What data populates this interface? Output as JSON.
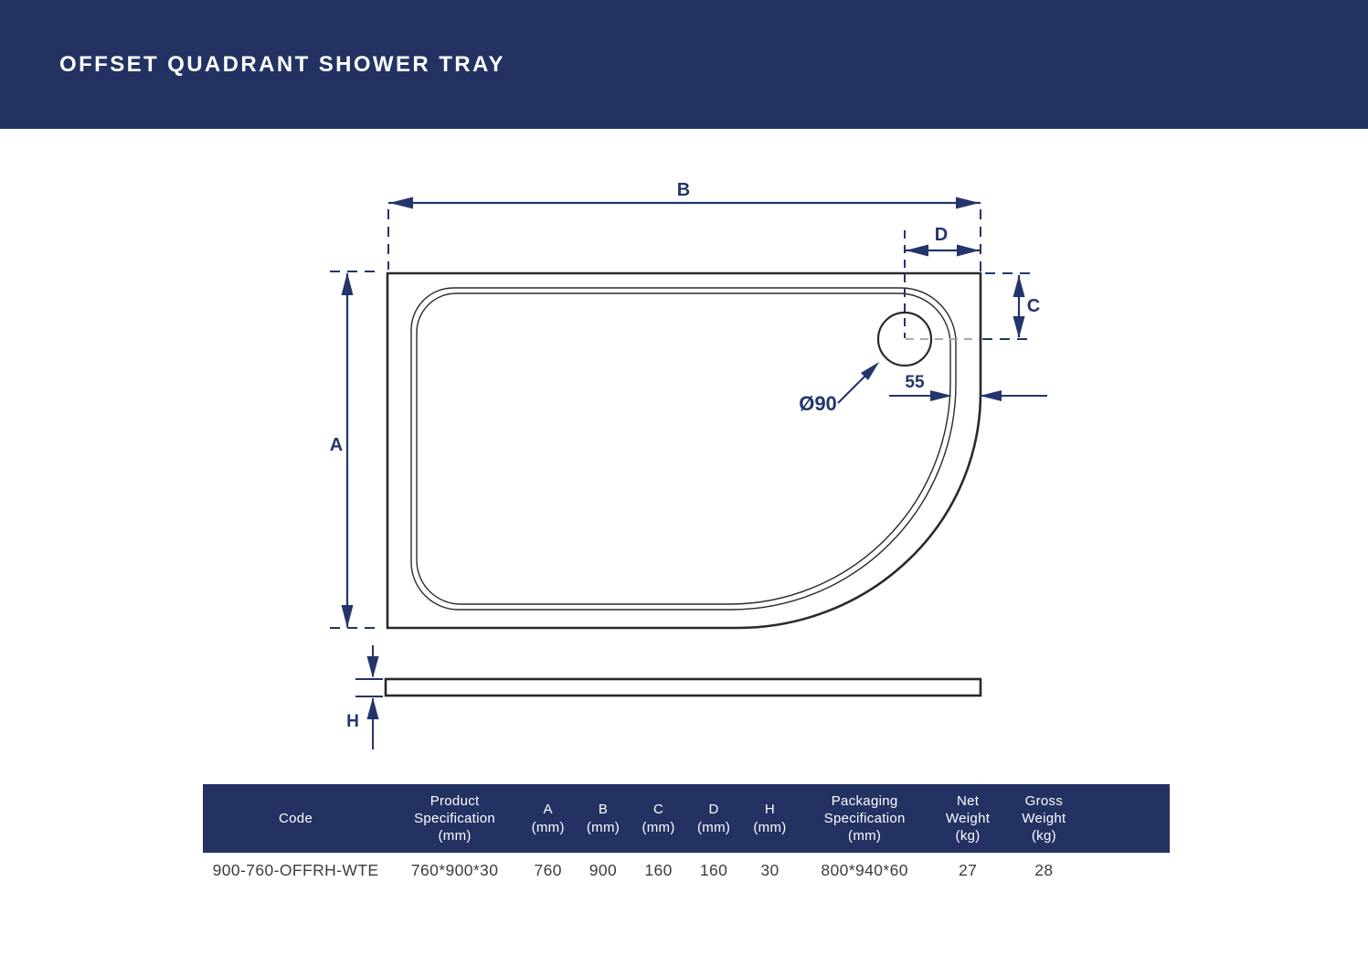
{
  "title_bar": {
    "title": "OFFSET QUADRANT SHOWER TRAY"
  },
  "diagram": {
    "labels": {
      "b": "B",
      "d": "D",
      "c": "C",
      "a": "A",
      "h": "H",
      "drain_diameter": "Ø90",
      "rim_width": "55"
    }
  },
  "spec_table": {
    "headers": {
      "code": "Code",
      "product_spec": "Product\nSpecification\n(mm)",
      "a": "A\n(mm)",
      "b": "B\n(mm)",
      "c": "C\n(mm)",
      "d": "D\n(mm)",
      "h": "H\n(mm)",
      "packaging_spec": "Packaging\nSpecification\n(mm)",
      "net_weight": "Net\nWeight\n(kg)",
      "gross_weight": "Gross\nWeight\n(kg)"
    },
    "rows": [
      {
        "code": "900-760-OFFRH-WTE",
        "product_spec": "760*900*30",
        "a": "760",
        "b": "900",
        "c": "160",
        "d": "160",
        "h": "30",
        "packaging_spec": "800*940*60",
        "net_weight": "27",
        "gross_weight": "28"
      }
    ]
  },
  "colors": {
    "navy": "#233263",
    "line-navy": "#24356B",
    "drawing": "#2a2a2a",
    "gray-dash": "#9aa0ab",
    "row-text": "#3c3c3c"
  }
}
